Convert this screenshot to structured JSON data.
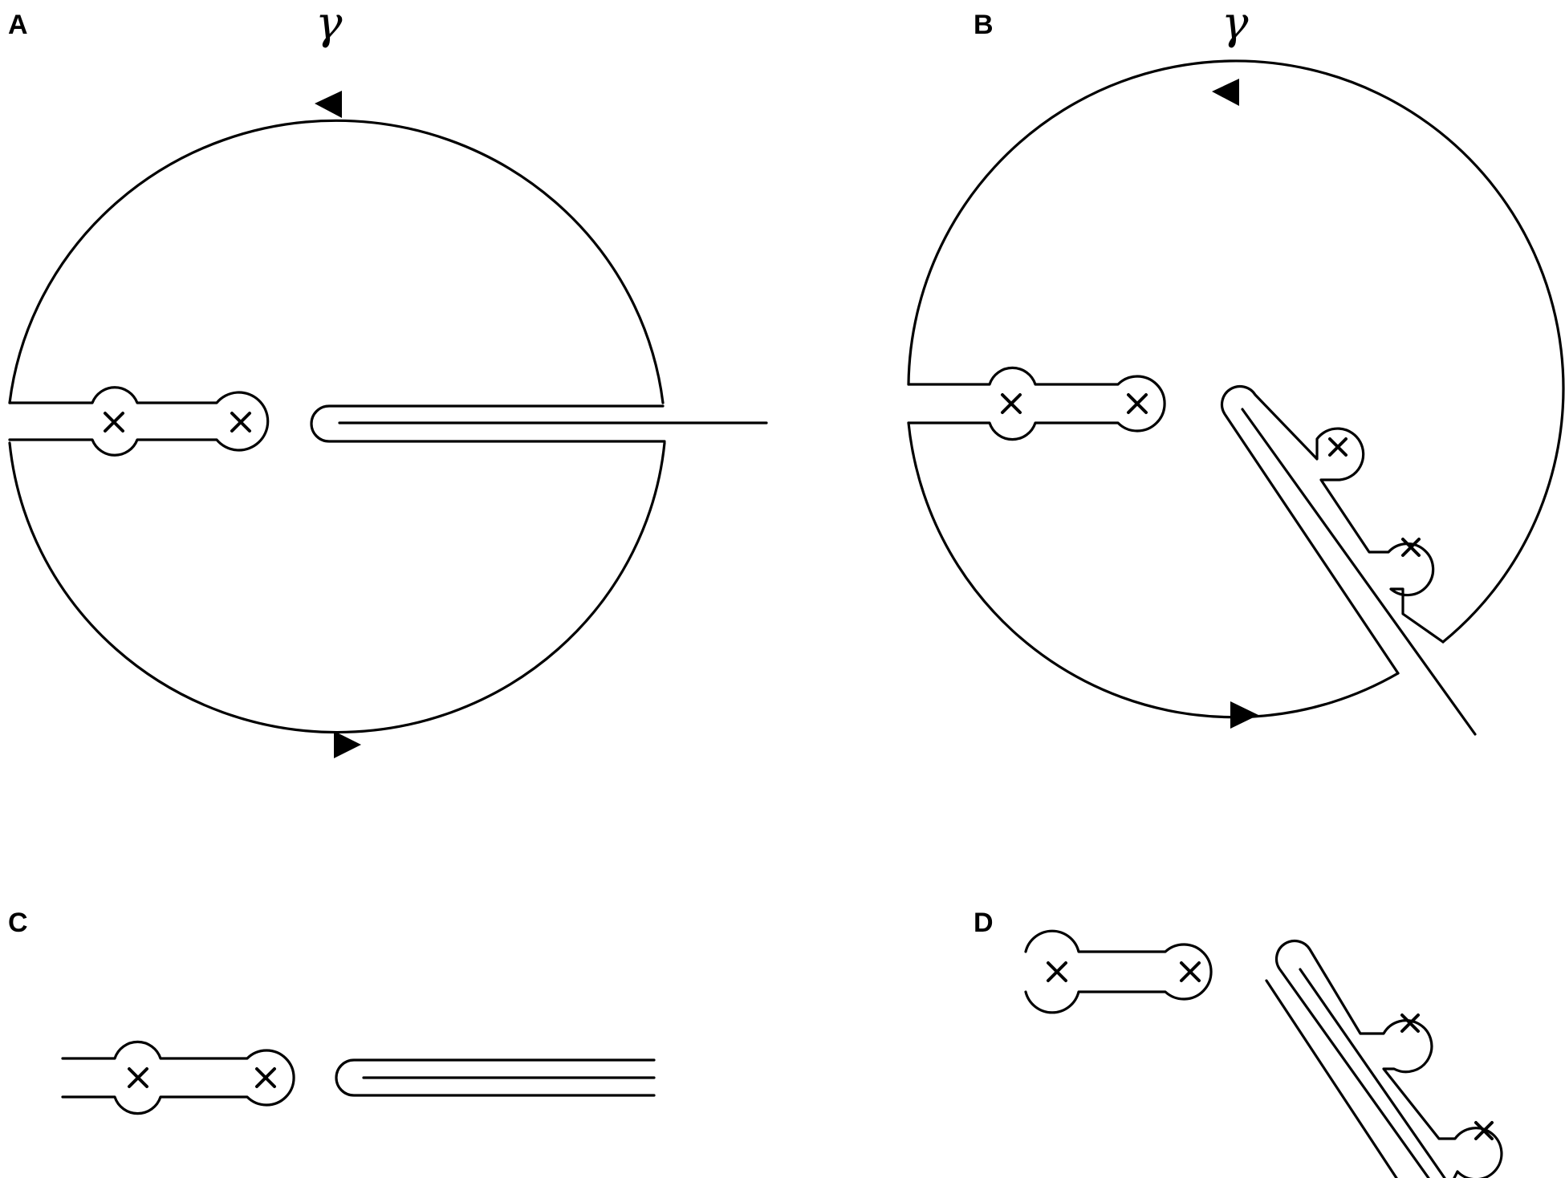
{
  "panels": {
    "a": {
      "label": "A",
      "contour_label": "γ"
    },
    "b": {
      "label": "B",
      "contour_label": "γ"
    },
    "c": {
      "label": "C"
    },
    "d": {
      "label": "D"
    }
  }
}
